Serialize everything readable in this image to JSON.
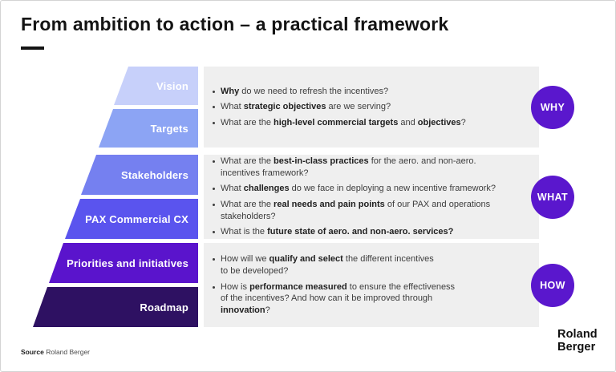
{
  "title": "From ambition to action – a practical framework",
  "pyramid": {
    "layers": [
      {
        "label": "Vision",
        "color": "#c7d0fa"
      },
      {
        "label": "Targets",
        "color": "#8ca4f4"
      },
      {
        "label": "Stakeholders",
        "color": "#7580f0"
      },
      {
        "label": "PAX Commercial CX",
        "color": "#5a54ee"
      },
      {
        "label": "Priorities and initiatives",
        "color": "#5a14cc"
      },
      {
        "label": "Roadmap",
        "color": "#2e1162"
      }
    ]
  },
  "sections": [
    {
      "badge": "WHY",
      "bullets": [
        {
          "lines": [
            [
              {
                "t": "Why",
                "b": true
              },
              {
                "t": " do we need to refresh the incentives?"
              }
            ]
          ]
        },
        {
          "lines": [
            [
              {
                "t": "What "
              },
              {
                "t": "strategic objectives",
                "b": true
              },
              {
                "t": " are we serving?"
              }
            ]
          ]
        },
        {
          "lines": [
            [
              {
                "t": "What are the "
              },
              {
                "t": "high-level commercial targets",
                "b": true
              },
              {
                "t": " and "
              },
              {
                "t": "objectives",
                "b": true
              },
              {
                "t": "?"
              }
            ]
          ]
        }
      ]
    },
    {
      "badge": "WHAT",
      "bullets": [
        {
          "lines": [
            [
              {
                "t": "What are the "
              },
              {
                "t": "best-in-class practices",
                "b": true
              },
              {
                "t": " for the aero. and non-aero."
              }
            ],
            [
              {
                "t": "incentives framework?"
              }
            ]
          ]
        },
        {
          "lines": [
            [
              {
                "t": "What "
              },
              {
                "t": "challenges",
                "b": true
              },
              {
                "t": " do we face in deploying a new incentive framework?"
              }
            ]
          ]
        },
        {
          "lines": [
            [
              {
                "t": "What are the "
              },
              {
                "t": "real needs and pain points",
                "b": true
              },
              {
                "t": " of our PAX and operations"
              }
            ],
            [
              {
                "t": "stakeholders?"
              }
            ]
          ]
        },
        {
          "lines": [
            [
              {
                "t": "What is the "
              },
              {
                "t": "future state of aero. and non-aero. services?",
                "b": true
              }
            ]
          ]
        }
      ]
    },
    {
      "badge": "HOW",
      "bullets": [
        {
          "lines": [
            [
              {
                "t": "How will we "
              },
              {
                "t": "qualify and select",
                "b": true
              },
              {
                "t": " the different incentives"
              }
            ],
            [
              {
                "t": "to be developed?"
              }
            ]
          ]
        },
        {
          "lines": [
            [
              {
                "t": "How is "
              },
              {
                "t": "performance measured",
                "b": true
              },
              {
                "t": " to ensure the effectiveness"
              }
            ],
            [
              {
                "t": "of the incentives? And how can it be improved through"
              }
            ],
            [
              {
                "t": "innovation",
                "b": true
              },
              {
                "t": "?"
              }
            ]
          ]
        }
      ]
    }
  ],
  "footer": {
    "source_label": "Source",
    "source_text": "Roland Berger",
    "logo_line1": "Roland",
    "logo_line2": "Berger"
  },
  "colors": {
    "badge": "#5a17cd",
    "panel_bg": "#efefef",
    "accent_dark": "#141414"
  }
}
